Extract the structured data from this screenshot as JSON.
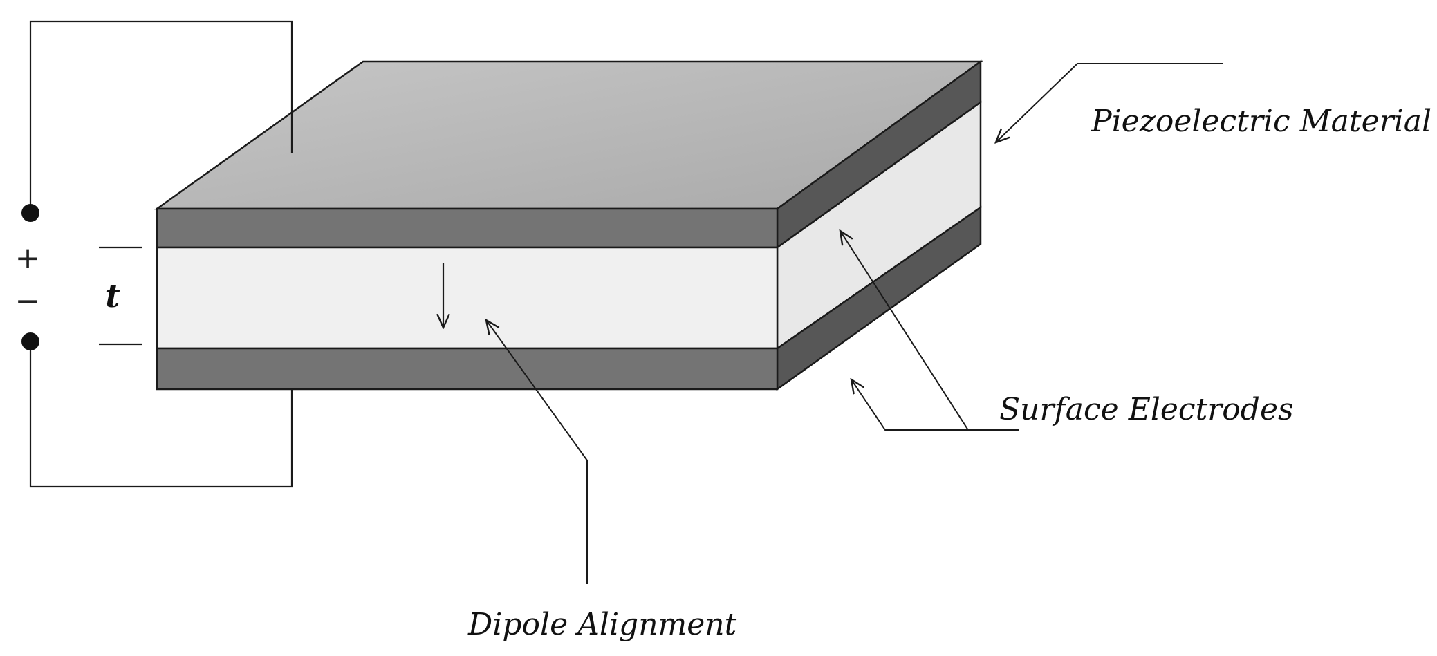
{
  "labels": {
    "piezoelectric_material": "Piezoelectric Material",
    "surface_electrodes": "Surface Electrodes",
    "dipole_alignment": "Dipole Alignment",
    "thickness_symbol": "t"
  },
  "terminals": {
    "positive_sign": "+",
    "negative_sign": "−"
  },
  "colors": {
    "top_face": "#b9b9b9",
    "electrode_front": "#747474",
    "electrode_side": "#575757",
    "material_front": "#efefef",
    "material_side": "#e6e6e6",
    "outline": "#1a1a1a"
  }
}
